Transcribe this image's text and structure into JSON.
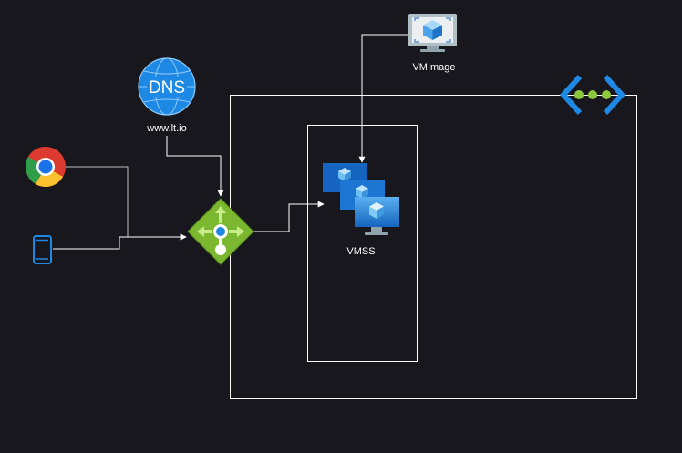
{
  "diagram": {
    "nodes": {
      "chrome": {
        "icon": "chrome-browser-icon"
      },
      "mobile": {
        "icon": "mobile-phone-icon"
      },
      "dns": {
        "icon": "dns-globe-icon",
        "icon_text": "DNS",
        "label": "www.lt.io"
      },
      "load_balancer": {
        "icon": "load-balancer-icon"
      },
      "vm_image": {
        "icon": "vm-image-icon",
        "label": "VMImage"
      },
      "vmss": {
        "icon": "vm-scale-set-icon",
        "label": "VMSS"
      },
      "vnet": {
        "icon": "virtual-network-icon"
      }
    },
    "edges": [
      {
        "from": "chrome",
        "to": "load_balancer"
      },
      {
        "from": "mobile",
        "to": "load_balancer"
      },
      {
        "from": "dns",
        "to": "load_balancer"
      },
      {
        "from": "load_balancer",
        "to": "vmss"
      },
      {
        "from": "vm_image",
        "to": "vmss"
      }
    ],
    "colors": {
      "background": "#18171d",
      "line": "#ffffff",
      "azure_blue": "#1e88e5",
      "lb_green": "#7cb82f",
      "vnet_green": "#8dc63f"
    }
  }
}
